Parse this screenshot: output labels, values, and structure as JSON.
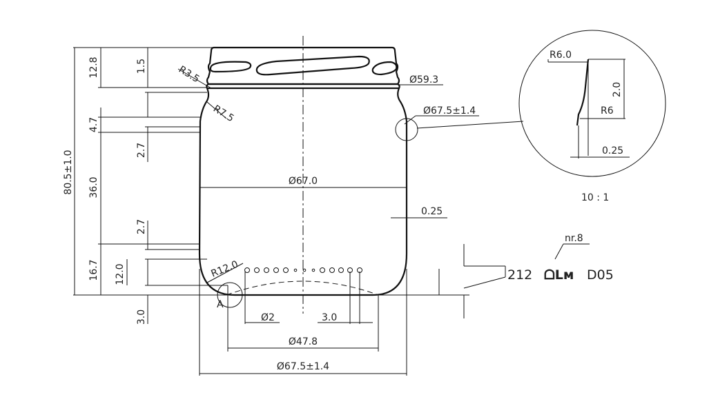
{
  "dimensions": {
    "total_height": "80.5±1.0",
    "finish_height": "12.8",
    "thread_height": "1.5",
    "shoulder": "4.7",
    "shoulder_step_top": "2.7",
    "body_height": "36.0",
    "shoulder_step_bottom": "2.7",
    "base_height": "16.7",
    "base_radius_height": "12.0",
    "push_up": "3.0",
    "radius_r35": "R3.5",
    "radius_r75": "R7.5",
    "radius_r120": "R12.0",
    "finish_diameter": "Ø59.3",
    "outer_diameter_top": "Ø67.5±1.4",
    "body_diameter": "Ø67.0",
    "wall_thickness": "0.25",
    "dot_diameter": "Ø2",
    "dot_pitch": "3.0",
    "base_diameter": "Ø47.8",
    "outer_diameter_bottom": "Ø67.5±1.4"
  },
  "detail": {
    "radius_a": "R6.0",
    "height": "2.0",
    "radius_b": "R6",
    "thickness": "0.25",
    "scale": "10 : 1",
    "label": "A"
  },
  "marking": {
    "note": "nr.8",
    "code": "212",
    "logo": "ᗝLᴍ",
    "suffix": "D05"
  }
}
